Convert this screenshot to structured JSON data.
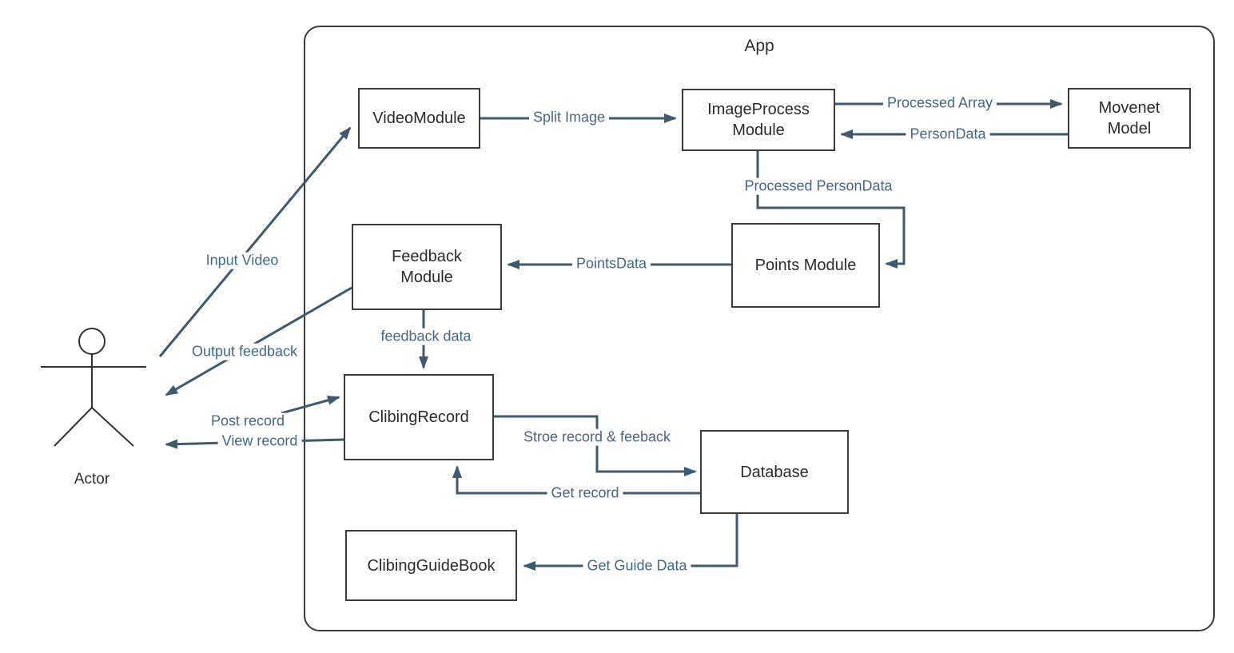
{
  "app": {
    "title": "App"
  },
  "actor": {
    "label": "Actor"
  },
  "nodes": {
    "video_module": {
      "label": "VideoModule"
    },
    "image_process_module": {
      "label": "ImageProcess\nModule"
    },
    "movenet_model": {
      "label": "Movenet\nModel"
    },
    "feedback_module": {
      "label": "Feedback\nModule"
    },
    "points_module": {
      "label": "Points Module"
    },
    "clibing_record": {
      "label": "ClibingRecord"
    },
    "database": {
      "label": "Database"
    },
    "clibing_guidebook": {
      "label": "ClibingGuideBook"
    }
  },
  "edges": {
    "input_video": {
      "label": "Input Video"
    },
    "split_image": {
      "label": "Split Image"
    },
    "processed_array": {
      "label": "Processed Array"
    },
    "person_data": {
      "label": "PersonData"
    },
    "processed_person_data": {
      "label": "Processed PersonData"
    },
    "points_data": {
      "label": "PointsData"
    },
    "feedback_data": {
      "label": "feedback data"
    },
    "output_feedback": {
      "label": "Output feedback"
    },
    "post_record": {
      "label": "Post record"
    },
    "view_record": {
      "label": "View record"
    },
    "store_record_feedback": {
      "label": "Stroe record & feeback"
    },
    "get_record": {
      "label": "Get record"
    },
    "get_guide_data": {
      "label": "Get Guide Data"
    }
  },
  "colors": {
    "edge": "#3d5a6e",
    "edge_label": "#44678a",
    "box_border": "#3c3c3c",
    "box_text": "#2b2b2b"
  }
}
